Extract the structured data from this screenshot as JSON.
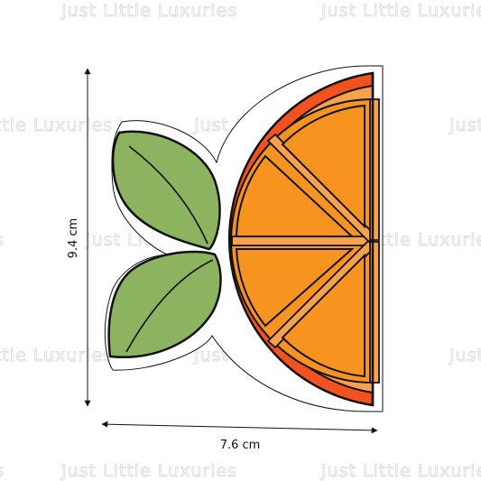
{
  "watermark": {
    "text": "Just Little Luxuries",
    "color": "#dcdcdc"
  },
  "dimensions": {
    "height_label": "9.4 cm",
    "width_label": "7.6 cm"
  },
  "colors": {
    "outline": "#111111",
    "peel": "#f2521e",
    "pith": "#f7a24a",
    "flesh": "#f79420",
    "leaf": "#8cb360",
    "leaf_light": "#9dc36e",
    "background": "#ffffff"
  }
}
